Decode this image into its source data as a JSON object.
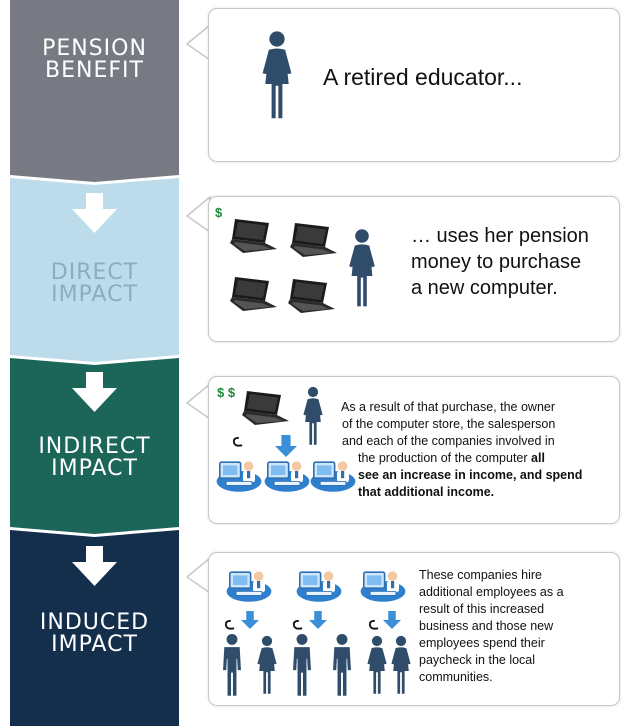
{
  "stages": [
    {
      "id": "pension",
      "label_line1": "PENSION",
      "label_line2": "BENEFIT",
      "color": "#777a82"
    },
    {
      "id": "direct",
      "label_line1": "DIRECT",
      "label_line2": "IMPACT",
      "color": "#bcdcec",
      "text_color": "#8aaebf"
    },
    {
      "id": "indirect",
      "label_line1": "INDIRECT",
      "label_line2": "IMPACT",
      "color": "#1b6659"
    },
    {
      "id": "induced",
      "label_line1": "INDUCED",
      "label_line2": "IMPACT",
      "color": "#132f4c"
    }
  ],
  "cards": {
    "pension": {
      "text": "A retired educator..."
    },
    "direct": {
      "money": "$",
      "text_line1": "… uses her pension",
      "text_line2": "money to purchase",
      "text_line3": "a new computer."
    },
    "indirect": {
      "money": "$ $",
      "line1": "As a result of that purchase, the owner",
      "line2": "of the computer store, the salesperson",
      "line3": "and each of the companies involved in",
      "line4_plain": "the production of the computer ",
      "line4_bold": "all",
      "line5": "see an increase in income, and spend",
      "line6": "that additional income."
    },
    "induced": {
      "line1": "These companies hire",
      "line2": "additional employees as a",
      "line3": "result of this increased",
      "line4": "business and those new",
      "line5": "employees spend their",
      "line6": "paycheck in the local",
      "line7": "communities."
    }
  },
  "colors": {
    "figure": "#2f4d6b",
    "laptop": "#1a1a1a",
    "money": "#1d8a3c",
    "arrow_small": "#3b8fd9"
  }
}
